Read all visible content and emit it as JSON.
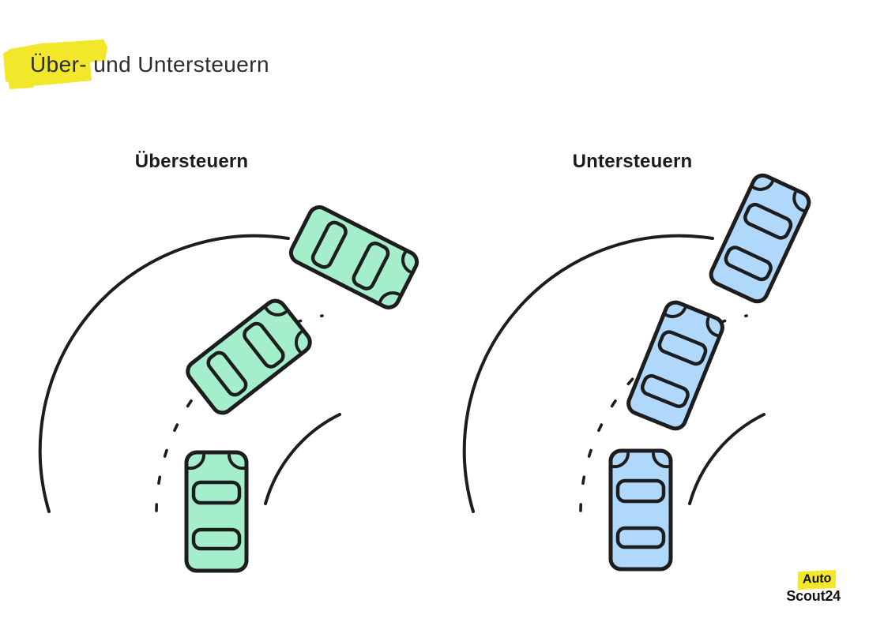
{
  "title": {
    "text": "Über- und Untersteuern",
    "highlight_color": "#F2E72B",
    "text_color": "#2D2D2D"
  },
  "diagrams": [
    {
      "label": "Übersteuern",
      "car_color": "#A5EECC"
    },
    {
      "label": "Untersteuern",
      "car_color": "#AFD8FA"
    }
  ],
  "logo": {
    "line1": "Auto",
    "line2": "Scout24",
    "badge_color": "#F2E72B"
  },
  "canvas": {
    "background": "#FFFFFF",
    "stroke_color": "#1D1D1D"
  }
}
